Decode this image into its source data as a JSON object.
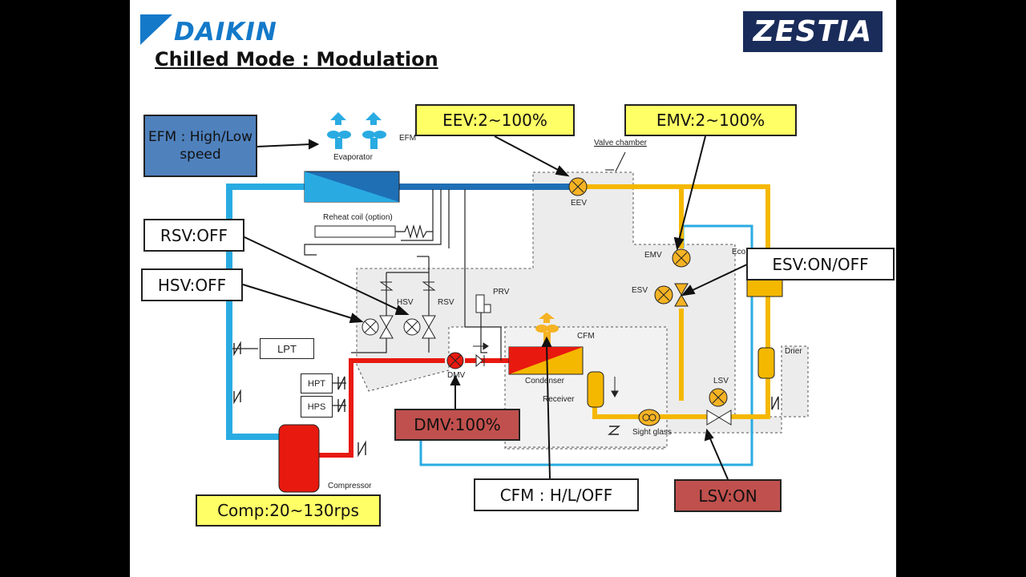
{
  "header": {
    "brand": "DAIKIN",
    "title": "Chilled Mode : Modulation",
    "product_logo": "ZESTIA"
  },
  "callouts": {
    "efm": "EFM : High/Low speed",
    "eev": "EEV:2~100%",
    "emv": "EMV:2~100%",
    "rsv": "RSV:OFF",
    "hsv": "HSV:OFF",
    "esv": "ESV:ON/OFF",
    "dmv": "DMV:100%",
    "cfm": "CFM : H/L/OFF",
    "lsv": "LSV:ON",
    "comp": "Comp:20~130rps"
  },
  "components": {
    "efm": "EFM",
    "evaporator": "Evaporator",
    "valve_chamber": "Valve chamber",
    "reheat_coil": "Reheat coil (option)",
    "eev": "EEV",
    "emv": "EMV",
    "esv": "ESV",
    "eco": "Eco",
    "hsv": "HSV",
    "rsv": "RSV",
    "prv": "PRV",
    "cfm": "CFM",
    "lpt": "LPT",
    "hpt": "HPT",
    "hps": "HPS",
    "dmv": "DMV",
    "condenser": "Condenser",
    "receiver": "Receiver",
    "drier": "Drier",
    "lsv": "LSV",
    "sight_glass": "Sight glass",
    "compressor": "Compressor"
  },
  "colors": {
    "brand_blue": "#1479c9",
    "low_pressure_pipe": "#29abe2",
    "evaporator_blue": "#1f6fb5",
    "liquid_pipe": "#f5b800",
    "discharge_pipe": "#e8190f",
    "callout_yellow": "#ffff66",
    "callout_red": "#c0504d",
    "callout_blue": "#4f81bd",
    "valve_orange": "#f5b324"
  }
}
